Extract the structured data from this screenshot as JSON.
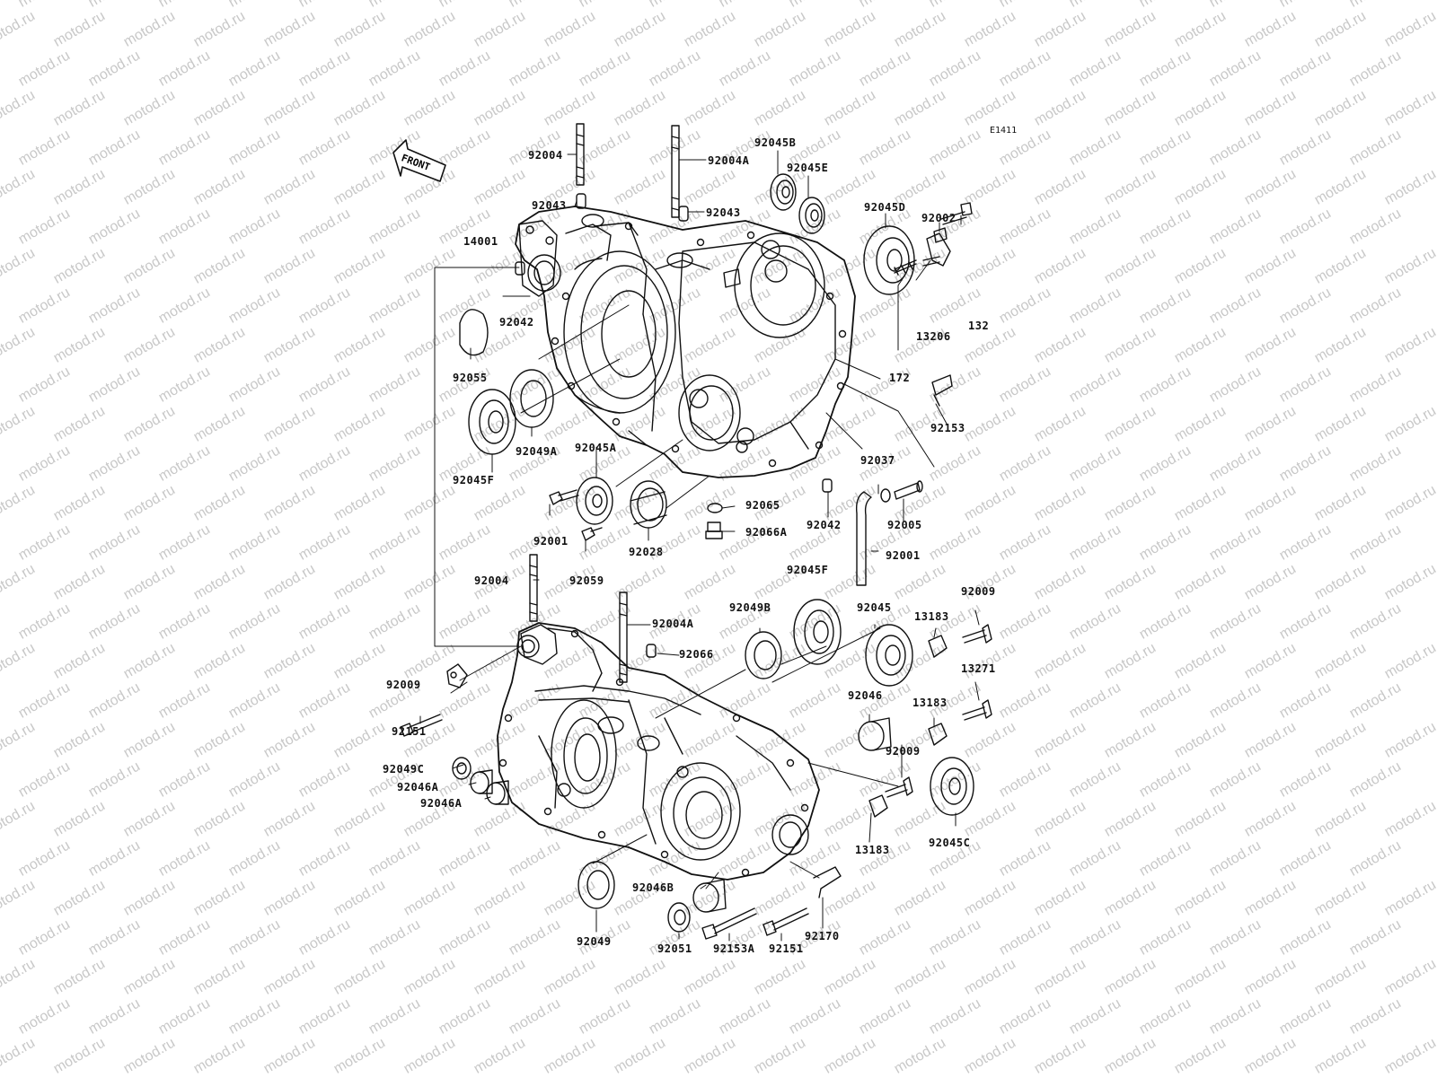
{
  "diagram": {
    "code": "E1411",
    "front": "FRONT",
    "watermark": "motod.ru",
    "labels": [
      {
        "id": "92004_a",
        "text": "92004"
      },
      {
        "id": "92004A_a",
        "text": "92004A"
      },
      {
        "id": "92045B",
        "text": "92045B"
      },
      {
        "id": "92045E",
        "text": "92045E"
      },
      {
        "id": "92043_a",
        "text": "92043"
      },
      {
        "id": "92043_b",
        "text": "92043"
      },
      {
        "id": "92045D",
        "text": "92045D"
      },
      {
        "id": "92002",
        "text": "92002"
      },
      {
        "id": "14001",
        "text": "14001"
      },
      {
        "id": "92042_a",
        "text": "92042"
      },
      {
        "id": "132",
        "text": "132"
      },
      {
        "id": "13206",
        "text": "13206"
      },
      {
        "id": "172",
        "text": "172"
      },
      {
        "id": "92055",
        "text": "92055"
      },
      {
        "id": "92153",
        "text": "92153"
      },
      {
        "id": "92049A",
        "text": "92049A"
      },
      {
        "id": "92045A",
        "text": "92045A"
      },
      {
        "id": "92045F_a",
        "text": "92045F"
      },
      {
        "id": "92037",
        "text": "92037"
      },
      {
        "id": "92065",
        "text": "92065"
      },
      {
        "id": "92042_b",
        "text": "92042"
      },
      {
        "id": "92005",
        "text": "92005"
      },
      {
        "id": "92001_a",
        "text": "92001"
      },
      {
        "id": "92066A",
        "text": "92066A"
      },
      {
        "id": "92028",
        "text": "92028"
      },
      {
        "id": "92001_b",
        "text": "92001"
      },
      {
        "id": "92059",
        "text": "92059"
      },
      {
        "id": "92004_b",
        "text": "92004"
      },
      {
        "id": "92045F_b",
        "text": "92045F"
      },
      {
        "id": "92009_a",
        "text": "92009"
      },
      {
        "id": "92004A_b",
        "text": "92004A"
      },
      {
        "id": "92049B",
        "text": "92049B"
      },
      {
        "id": "92045",
        "text": "92045"
      },
      {
        "id": "13183_a",
        "text": "13183"
      },
      {
        "id": "92066",
        "text": "92066"
      },
      {
        "id": "13271",
        "text": "13271"
      },
      {
        "id": "92009_b",
        "text": "92009"
      },
      {
        "id": "92046",
        "text": "92046"
      },
      {
        "id": "13183_b",
        "text": "13183"
      },
      {
        "id": "92151_a",
        "text": "92151"
      },
      {
        "id": "92009_c",
        "text": "92009"
      },
      {
        "id": "92049C",
        "text": "92049C"
      },
      {
        "id": "92046A_a",
        "text": "92046A"
      },
      {
        "id": "92046A_b",
        "text": "92046A"
      },
      {
        "id": "92045C",
        "text": "92045C"
      },
      {
        "id": "13183_c",
        "text": "13183"
      },
      {
        "id": "92046B",
        "text": "92046B"
      },
      {
        "id": "92049",
        "text": "92049"
      },
      {
        "id": "92051",
        "text": "92051"
      },
      {
        "id": "92153A",
        "text": "92153A"
      },
      {
        "id": "92151_b",
        "text": "92151"
      },
      {
        "id": "92170",
        "text": "92170"
      }
    ]
  }
}
